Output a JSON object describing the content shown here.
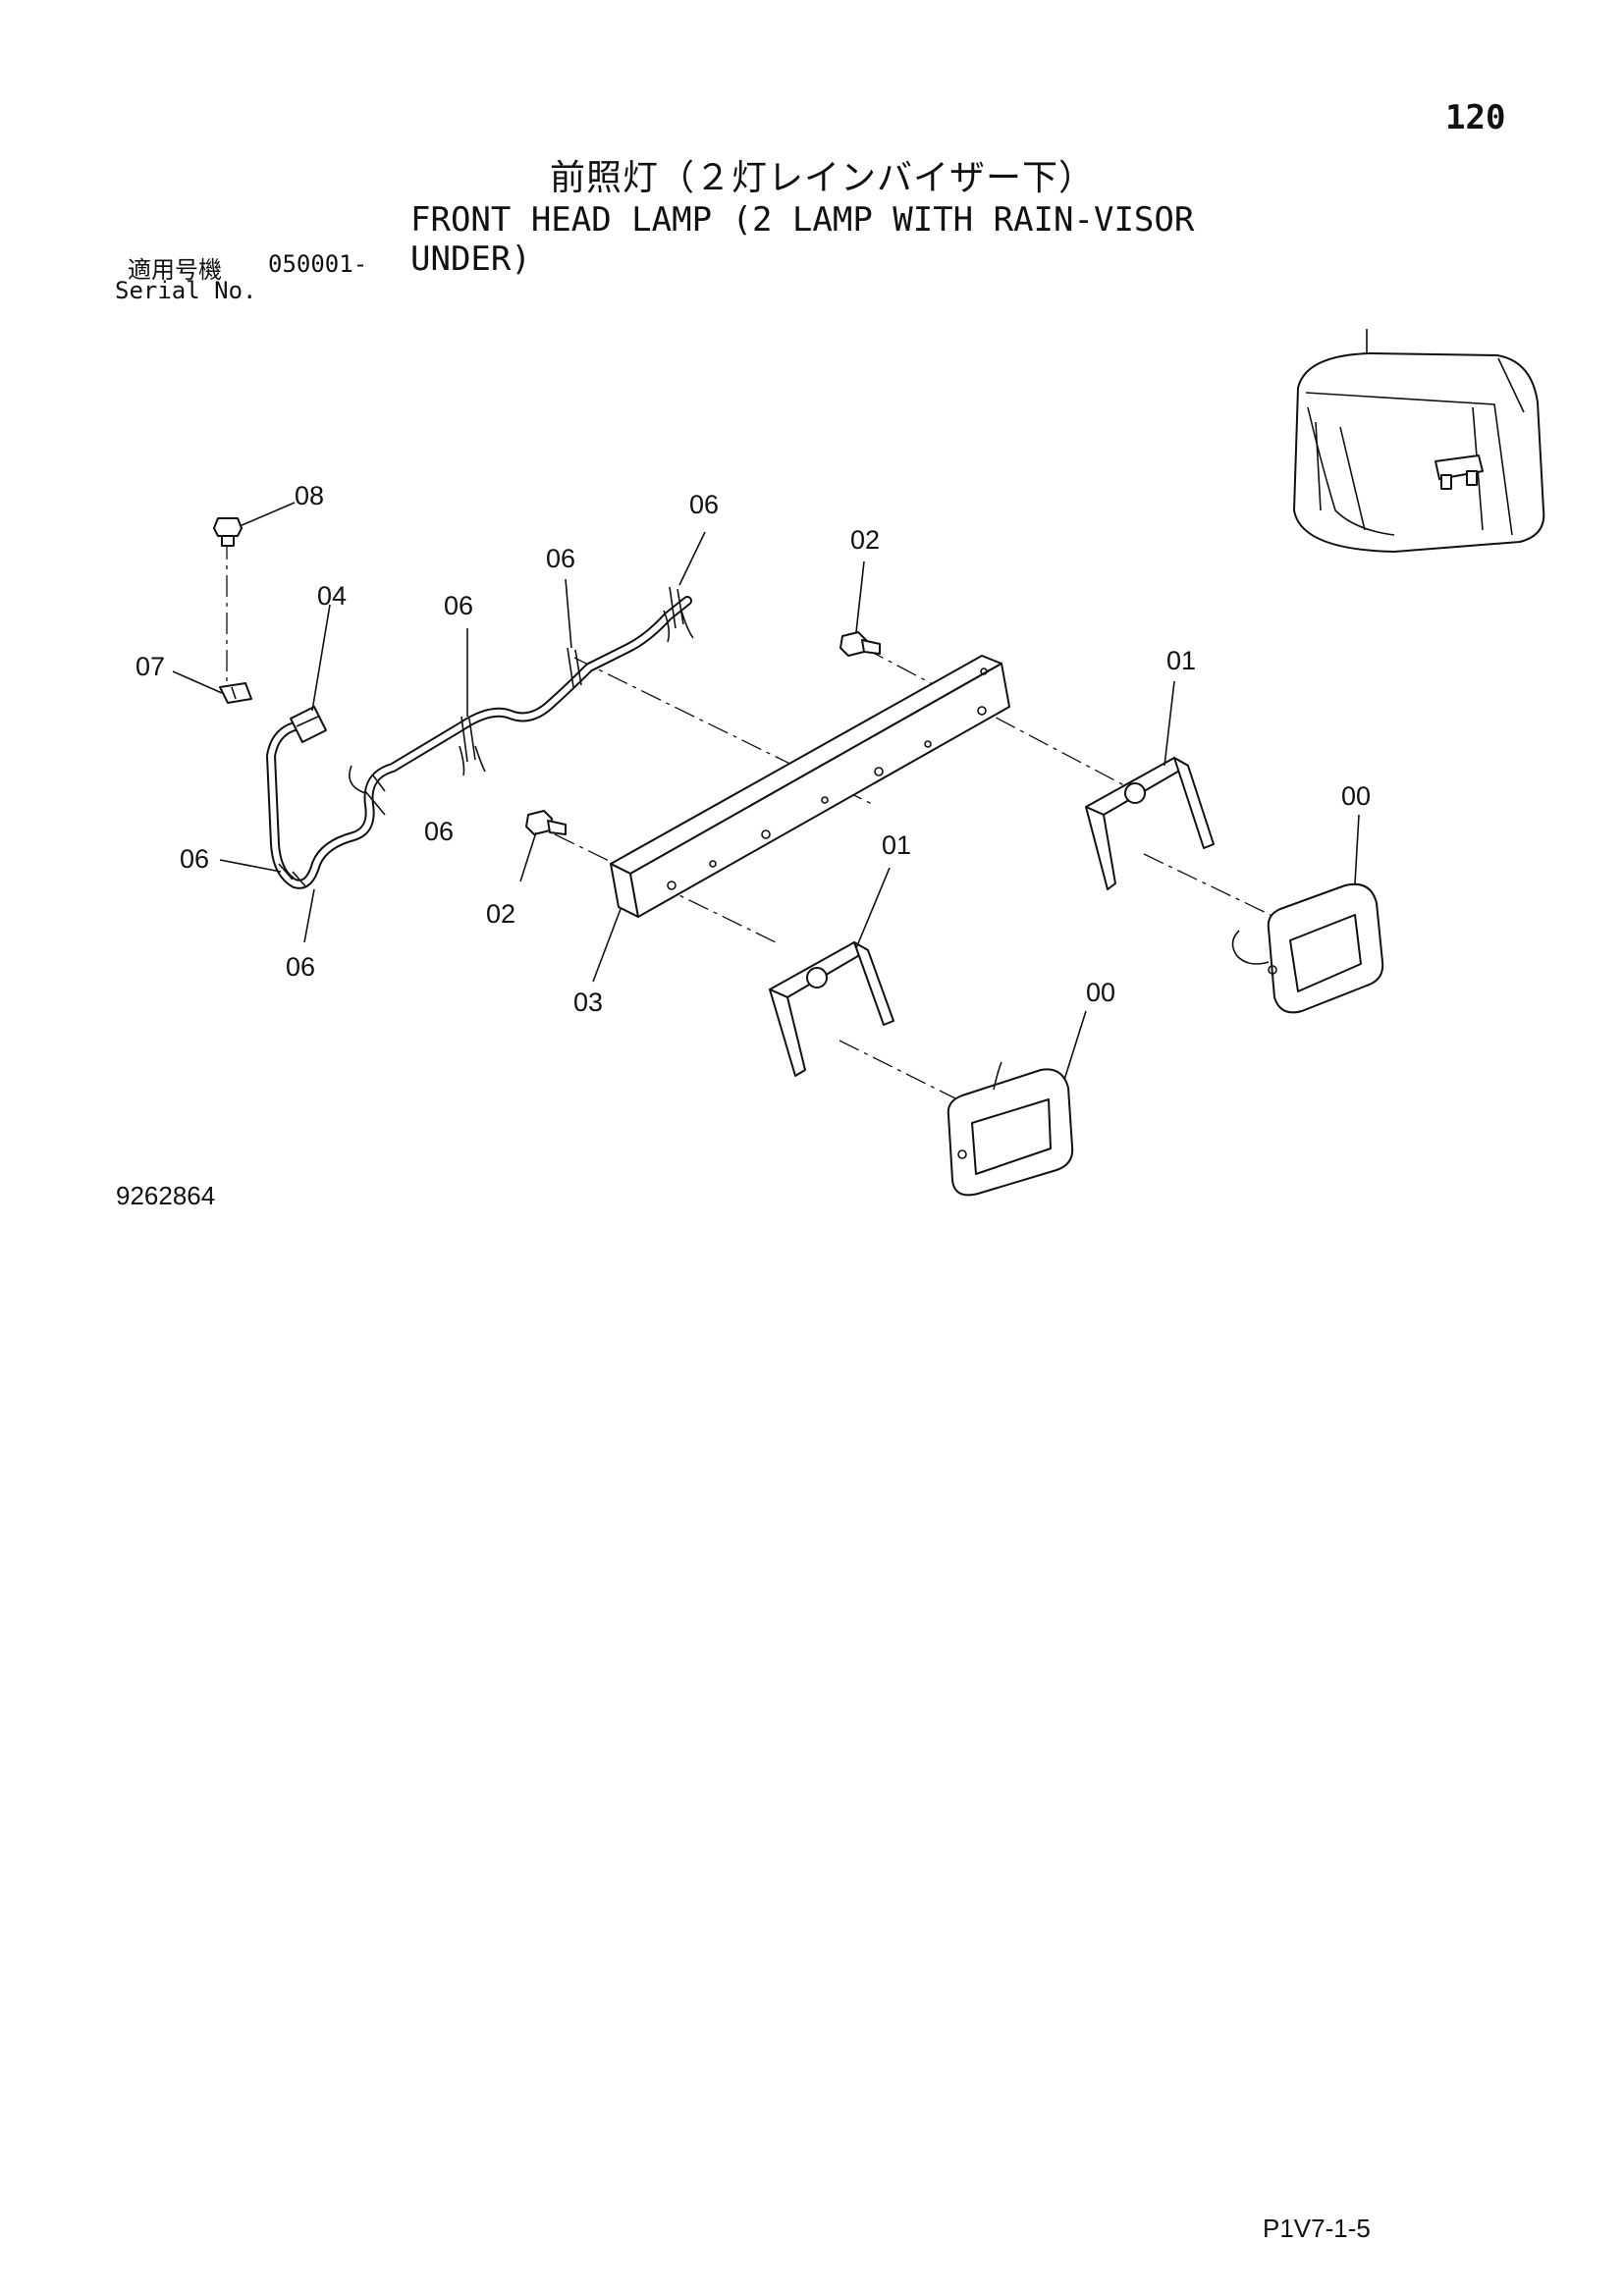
{
  "header": {
    "page_number": "120",
    "title_jp": "前照灯（２灯レインバイザー下）",
    "title_en": "FRONT HEAD LAMP (2 LAMP WITH RAIN-VISOR UNDER)",
    "serial_label_jp": "適用号機",
    "serial_range": "050001-",
    "serial_label_en": "Serial No."
  },
  "callouts": {
    "c08": "08",
    "c04": "04",
    "c07": "07",
    "c06_a": "06",
    "c06_b": "06",
    "c06_c": "06",
    "c06_d": "06",
    "c06_e": "06",
    "c06_f": "06",
    "c02_a": "02",
    "c02_b": "02",
    "c03": "03",
    "c01_a": "01",
    "c01_b": "01",
    "c00_a": "00",
    "c00_b": "00"
  },
  "footer": {
    "drawing_number": "9262864",
    "page_code": "P1V7-1-5"
  }
}
